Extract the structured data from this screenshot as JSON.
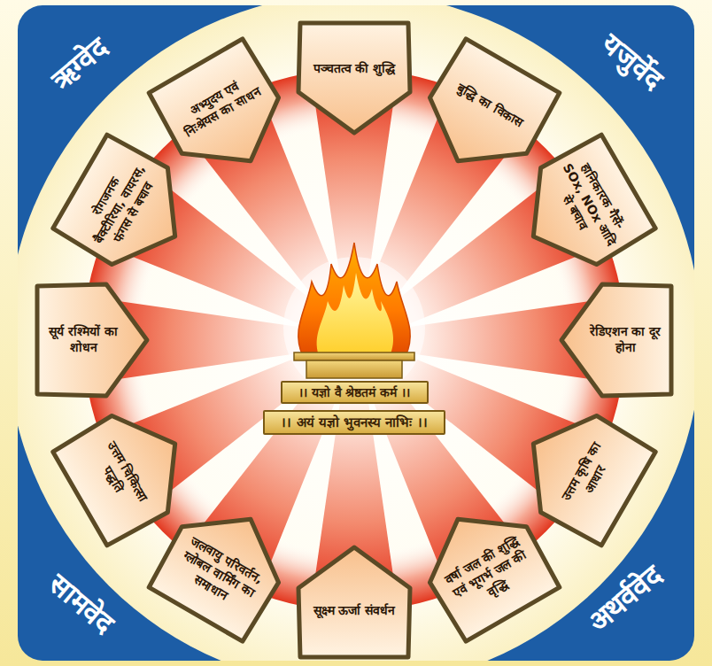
{
  "diagram": {
    "nodes": [
      {
        "text": [
          "पञ्चतत्व की शुद्धि"
        ]
      },
      {
        "text": [
          "बुद्धि का विकास"
        ]
      },
      {
        "text": [
          "हानिकारक गैसें- SOx, NOx आदि से बचाव"
        ]
      },
      {
        "text": [
          "रेडिएशन का दूर होना"
        ]
      },
      {
        "text": [
          "उत्तम कृषि का आधार"
        ]
      },
      {
        "text": [
          "वर्षा जल की शुद्धि एवं भूगर्भ जल की वृद्धि"
        ]
      },
      {
        "text": [
          "सूक्ष्म ऊर्जा संवर्धन"
        ]
      },
      {
        "text": [
          "जलवायु परिवर्तन, ग्लोबल वार्मिंग का समाधान"
        ]
      },
      {
        "text": [
          "उत्तम चिकित्सा पद्धति"
        ]
      },
      {
        "text": [
          "सूर्य रश्मियों का शोधन"
        ]
      },
      {
        "text": [
          "रोगजनक बैक्टीरिया, वायरस, फंगस से बचाव"
        ]
      },
      {
        "text": [
          "अभ्युदय एवं निःश्रेयस का साधन"
        ]
      },
      {
        "text": [
          "।। यज्ञो वै श्रेष्ठतमं कर्म ।।"
        ]
      },
      {
        "text": [
          "।। अयं यज्ञो भुवनस्य नाभिः ।।"
        ]
      }
    ],
    "labels": [
      "ऋग्वेद",
      "यजुर्वेद",
      "सामवेद",
      "अथर्ववेद"
    ]
  }
}
